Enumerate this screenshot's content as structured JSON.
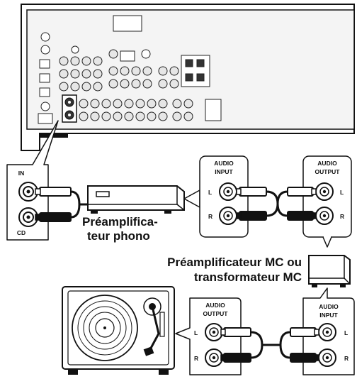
{
  "labels": {
    "receiver_in": "IN",
    "receiver_cd": "CD",
    "preamp_name_line1": "Préamplifica-",
    "preamp_name_line2": "teur phono",
    "preamp_input_header_line1": "AUDIO",
    "preamp_input_header_line2": "INPUT",
    "preamp_output_header_line1": "AUDIO",
    "preamp_output_header_line2": "OUTPUT",
    "mc_name_line1": "Préamplificateur MC ou",
    "mc_name_line2": "transformateur MC",
    "turntable_output_header_line1": "AUDIO",
    "turntable_output_header_line2": "OUTPUT",
    "mc_input_header_line1": "AUDIO",
    "mc_input_header_line2": "INPUT",
    "channel_left": "L",
    "channel_right": "R"
  },
  "colors": {
    "line": "#111111",
    "panel": "#ffffff",
    "jack_fill": "#f2f2f2",
    "cable_white": "#ffffff",
    "cable_black": "#111111",
    "gray": "#cfcfcf"
  }
}
